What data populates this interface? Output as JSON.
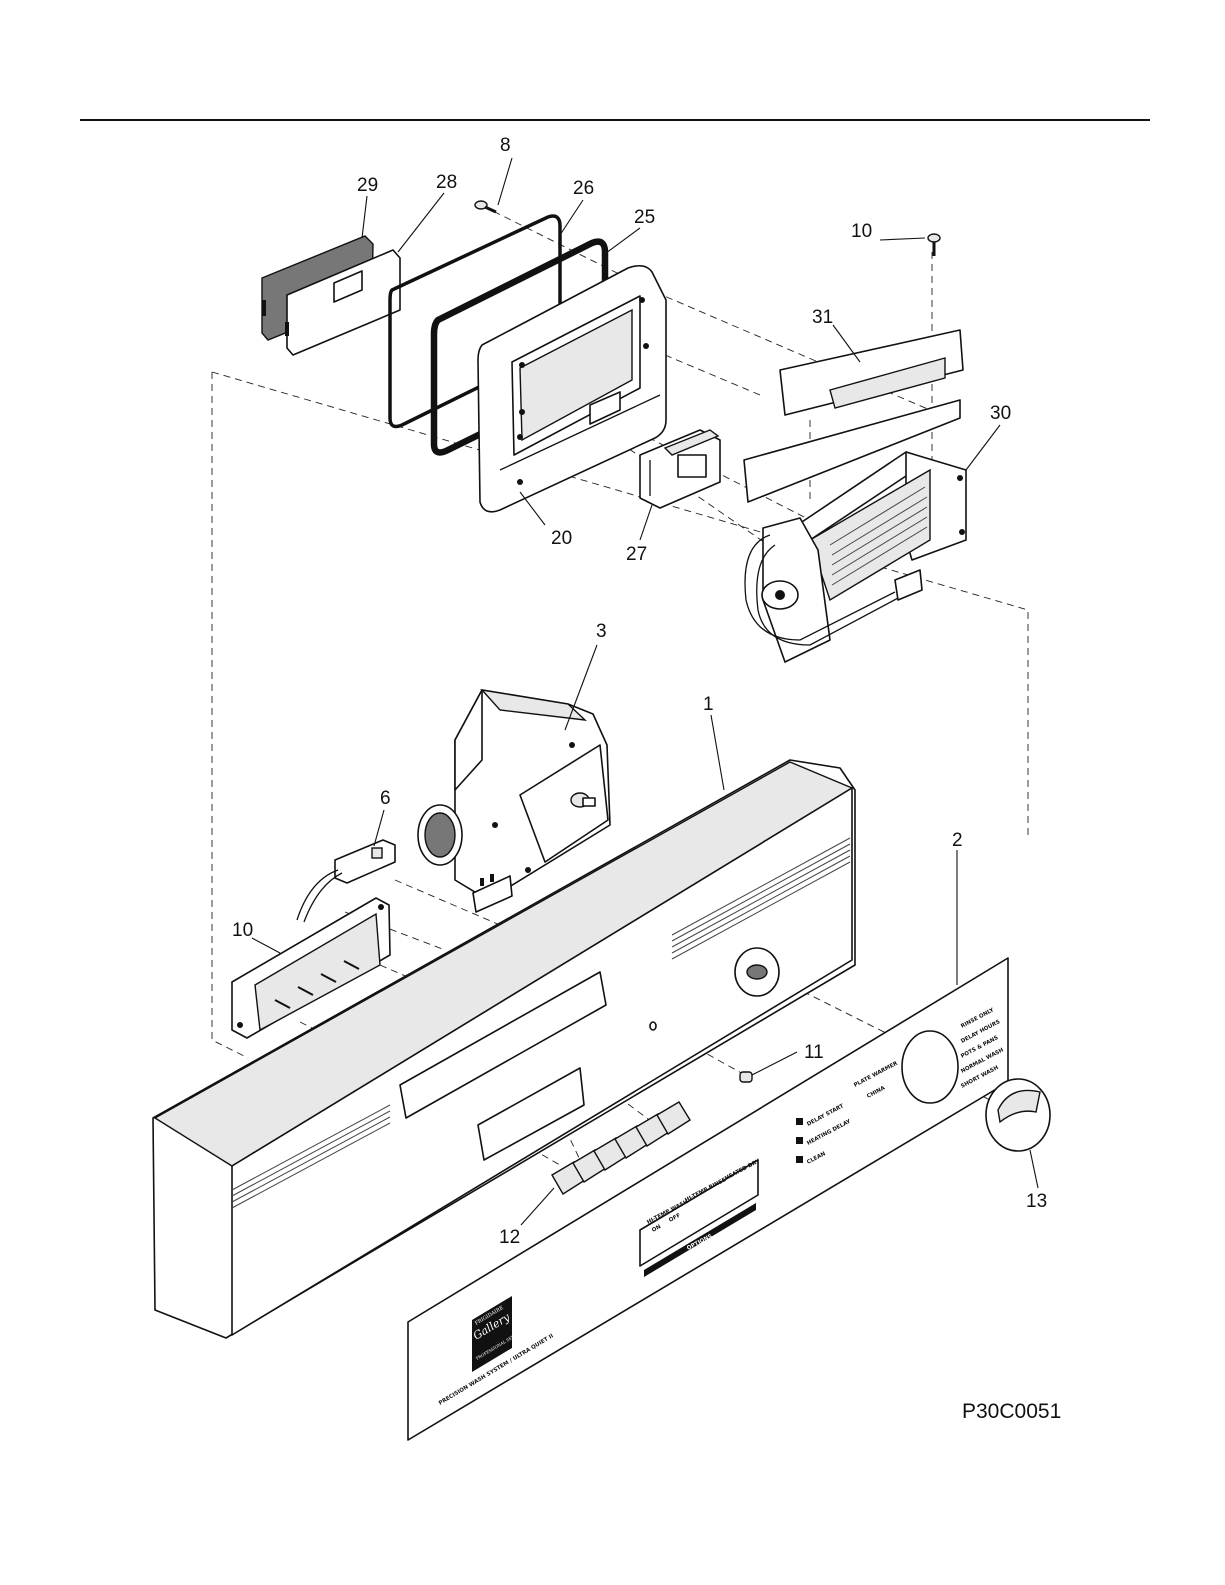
{
  "figure_code": "P30C0051",
  "callouts": [
    "1",
    "2",
    "3",
    "6",
    "8",
    "10",
    "10",
    "11",
    "12",
    "13",
    "20",
    "25",
    "26",
    "27",
    "28",
    "29",
    "30",
    "31"
  ],
  "panel_text": {
    "cycles": [
      "RINSE ONLY",
      "DELAY HOURS",
      "POTS & PANS",
      "NORMAL WASH",
      "SHORT WASH",
      "PLATE WARMER",
      "CHINA"
    ],
    "status": [
      "DELAY START",
      "HEATING DELAY",
      "CLEAN"
    ],
    "options": [
      "HI-TEMP WASH",
      "HI-TEMP RINSE",
      "HEATED DRY"
    ],
    "onoff": [
      "ON",
      "OFF"
    ],
    "options_bar": "OPTIONS",
    "brand_top": "FRIGIDAIRE",
    "brand_main": "Gallery",
    "brand_sub": "PROFESSIONAL SERIES",
    "system_line": "PRECISION WASH SYSTEM / ULTRA QUIET II"
  }
}
